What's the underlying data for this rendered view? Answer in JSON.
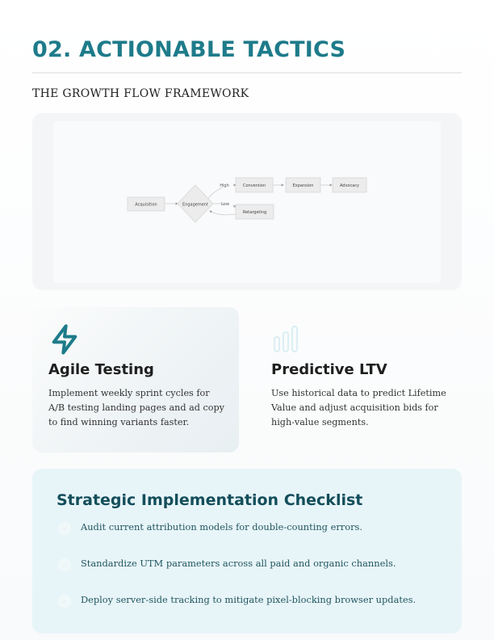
{
  "header": {
    "title": "02. ACTIONABLE TACTICS",
    "subtitle": "THE GROWTH FLOW FRAMEWORK"
  },
  "diagram": {
    "nodes": {
      "acquisition": "Acquisition",
      "engagement": "Engagement",
      "conversion": "Conversion",
      "expansion": "Expansion",
      "advocacy": "Advocacy",
      "retargeting": "Retargeting"
    },
    "edge_labels": {
      "high": "High",
      "low": "Low"
    }
  },
  "cards": [
    {
      "icon": "lightning-bolt-icon",
      "title": "Agile Testing",
      "body": "Implement weekly sprint cycles for A/B testing landing pages and ad copy to find winning variants faster."
    },
    {
      "icon": "bar-chart-icon",
      "title": "Predictive LTV",
      "body": "Use historical data to predict Lifetime Value and adjust acquisition bids for high-value segments."
    }
  ],
  "checklist": {
    "title": "Strategic Implementation Checklist",
    "items": [
      "Audit current attribution models for double-counting errors.",
      "Standardize UTM parameters across all paid and organic channels.",
      "Deploy server-side tracking to mitigate pixel-blocking browser updates."
    ]
  },
  "colors": {
    "accent": "#1e7b8a",
    "checklist_title": "#134e5b",
    "checklist_bg": "#e8f5f8"
  }
}
